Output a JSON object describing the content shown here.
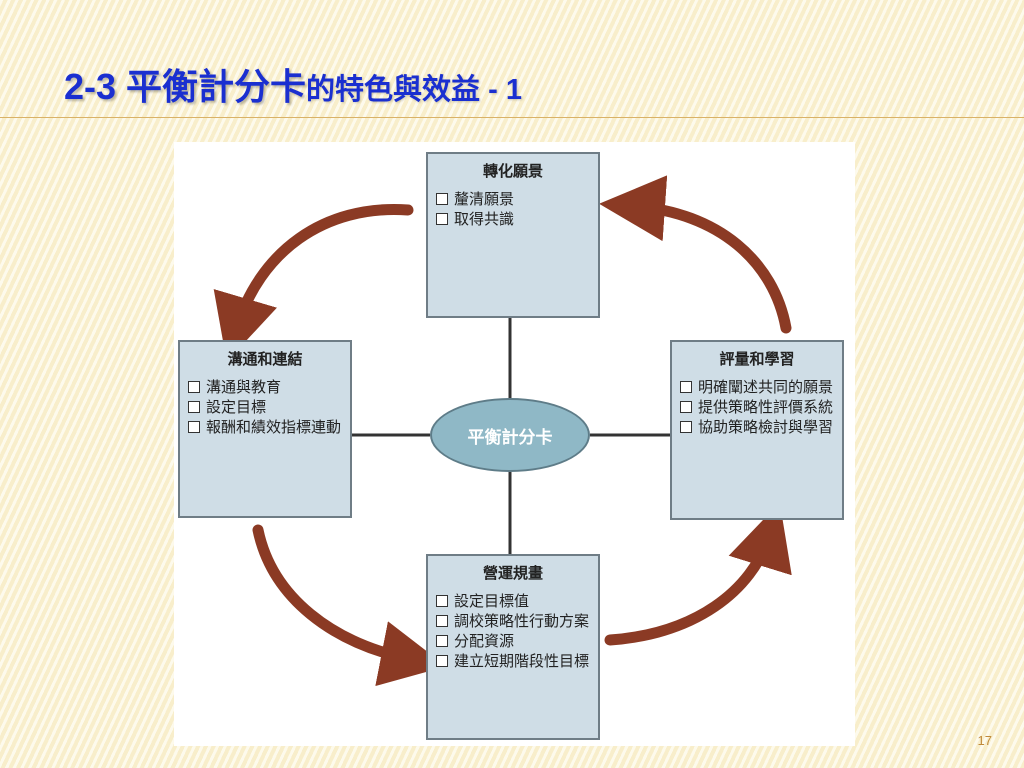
{
  "slide": {
    "title_part1": "2-3 平衡計分卡",
    "title_part2": "的特色與效益 - 1",
    "page_number": "17"
  },
  "diagram": {
    "center": "平衡計分卡",
    "top": {
      "title": "轉化願景",
      "items": [
        "釐清願景",
        "取得共識"
      ]
    },
    "left": {
      "title": "溝通和連結",
      "items": [
        "溝通與教育",
        "設定目標",
        "報酬和績效指標連動"
      ]
    },
    "right": {
      "title": "評量和學習",
      "items": [
        "明確闡述共同的願景",
        "提供策略性評價系統",
        "協助策略檢討與學習"
      ]
    },
    "bottom": {
      "title": "營運規畫",
      "items": [
        "設定目標值",
        "調校策略性行動方案",
        "分配資源",
        "建立短期階段性目標"
      ]
    },
    "colors": {
      "arrow": "#8b3a24",
      "box_fill": "#cfdde6",
      "oval_fill": "#8fb8c6",
      "title_text": "#1a2fd0"
    }
  }
}
